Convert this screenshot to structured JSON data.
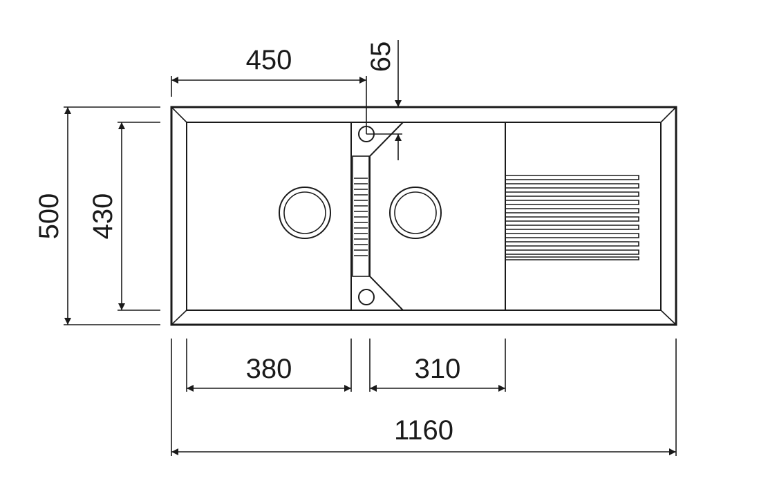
{
  "dimensions": {
    "top_width": "450",
    "tap_offset": "65",
    "overall_height": "500",
    "inner_height": "430",
    "left_bowl_width": "380",
    "right_bowl_width": "310",
    "overall_width": "1160"
  },
  "colors": {
    "line": "#1a1a1a",
    "background": "#ffffff"
  }
}
